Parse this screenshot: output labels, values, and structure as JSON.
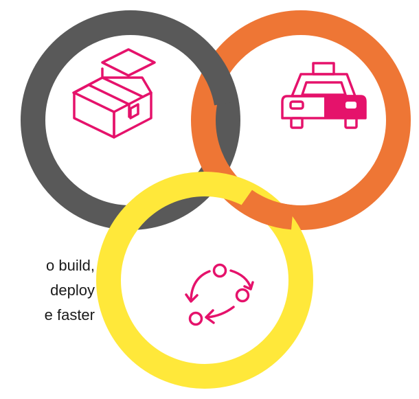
{
  "text_lines": [
    "o build,",
    "deploy",
    "e faster"
  ],
  "colors": {
    "dark_ring": "#595959",
    "orange_ring": "#ee7635",
    "yellow_ring": "#ffe83a",
    "icon_accent": "#e5126b"
  },
  "icons": [
    "package-box-icon",
    "taxi-car-icon",
    "cycle-arrows-icon"
  ]
}
